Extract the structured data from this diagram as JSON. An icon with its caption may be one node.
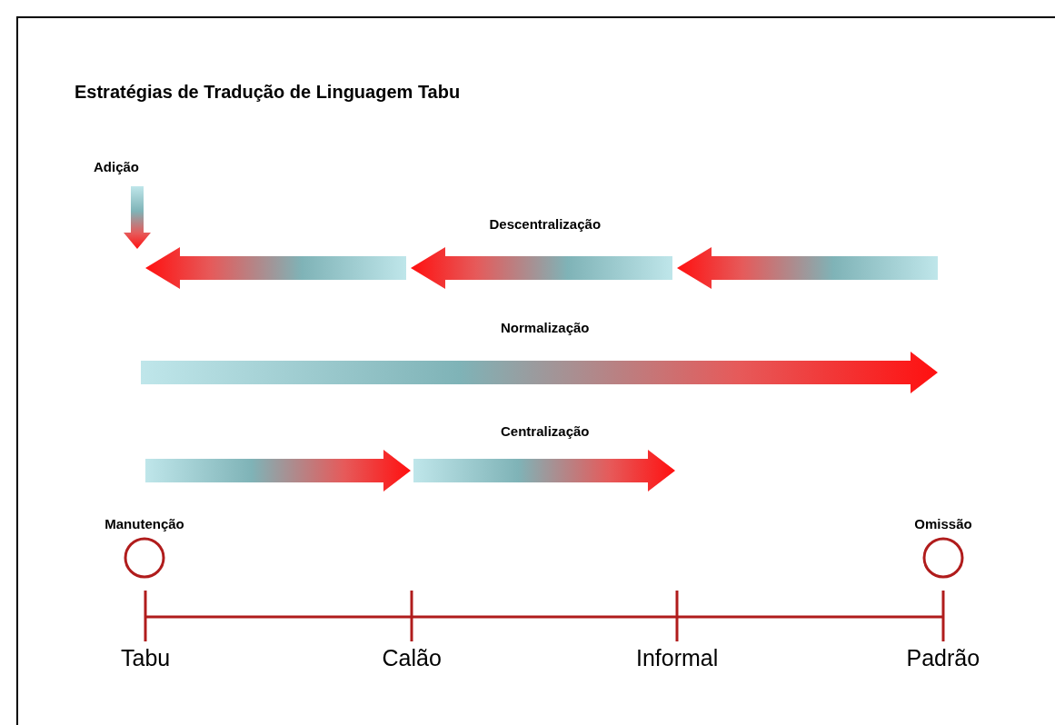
{
  "diagram": {
    "title": "Estratégias de Tradução de Linguagem Tabu",
    "nodes": [
      {
        "text": [
          "Manutenção"
        ]
      },
      {
        "text": [
          "Omissão"
        ]
      }
    ],
    "labels": [
      "Adição",
      "Descentralização",
      "Normalização",
      "Centralização",
      "Tabu",
      "Calão",
      "Informal",
      "Padrão"
    ]
  }
}
